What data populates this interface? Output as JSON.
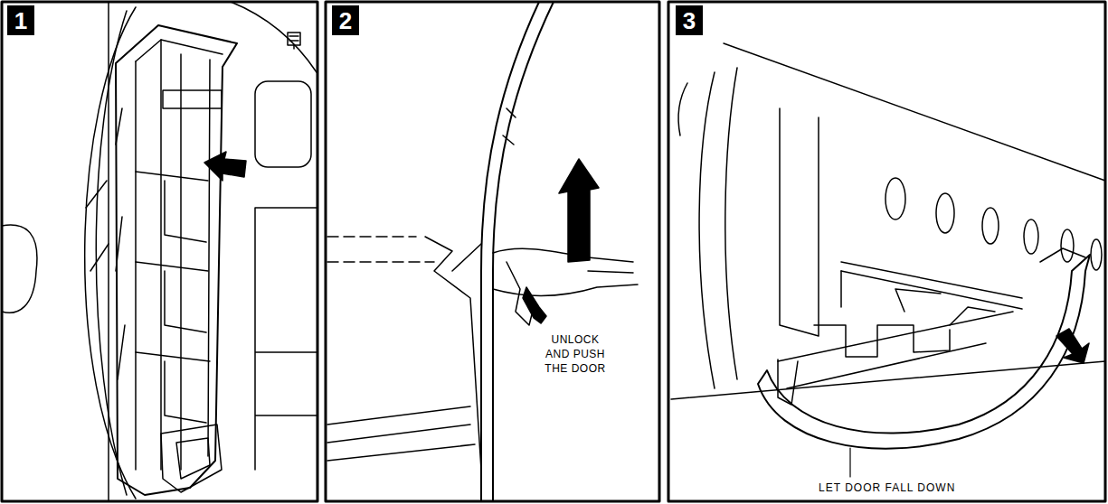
{
  "diagram": {
    "nodes": [
      {
        "text": [
          "1"
        ]
      },
      {
        "text": [
          "2"
        ]
      },
      {
        "text": [
          "3"
        ]
      }
    ],
    "labels": [
      "UNLOCK AND PUSH THE DOOR",
      "LET DOOR FALL DOWN"
    ]
  }
}
